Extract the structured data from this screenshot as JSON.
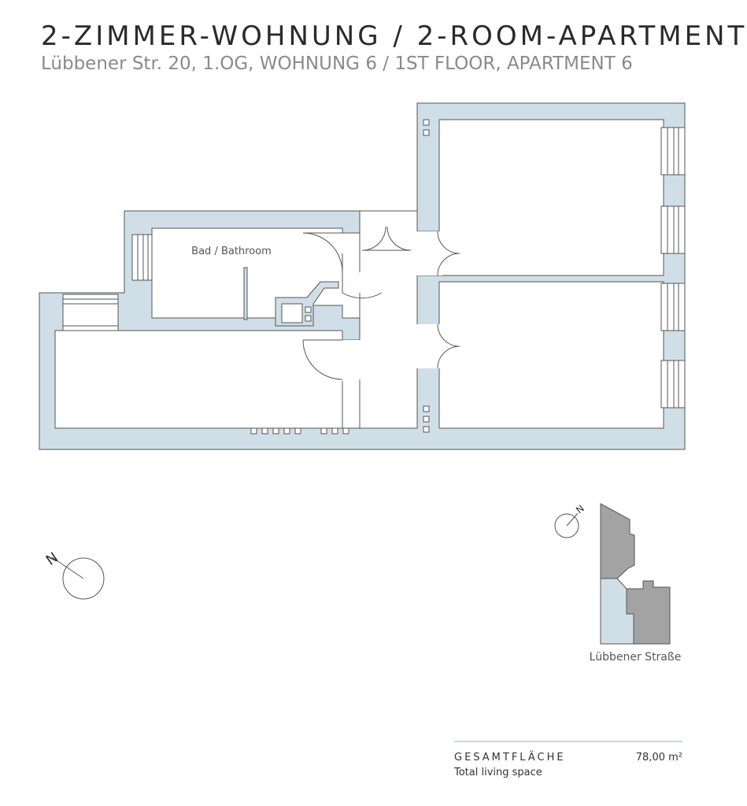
{
  "header": {
    "title": "2-ZIMMER-WOHNUNG / 2-ROOM-APARTMENT",
    "subtitle": "Lübbener Str. 20, 1.OG, WOHNUNG 6 / 1ST FLOOR, APARTMENT 6"
  },
  "plan": {
    "room_label": "Bad / Bathroom",
    "north_label": "N"
  },
  "site": {
    "north_label": "N",
    "street_label": "Lübbener Straße"
  },
  "summary": {
    "label_de": "GESAMTFLÄCHE",
    "label_en": "Total living space",
    "value": "78,00 m²"
  },
  "colors": {
    "wall": "#d0dfe7",
    "stroke": "#555555",
    "building": "#a3a3a3",
    "rule": "#c9d9e3"
  },
  "icons": [
    "north-arrow-icon",
    "window-icon",
    "door-swing-icon",
    "chimney-icon"
  ]
}
